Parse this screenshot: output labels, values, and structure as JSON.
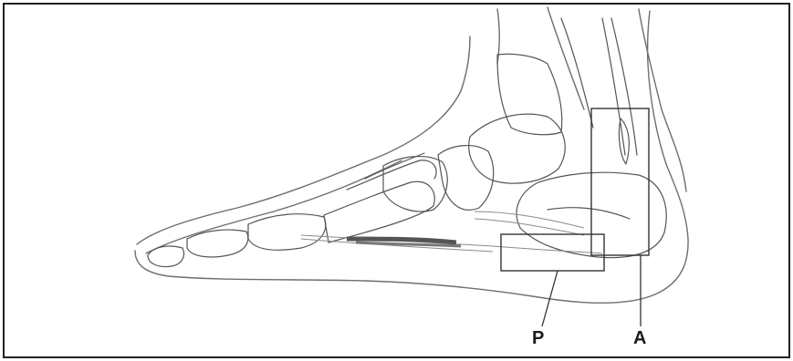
{
  "figure": {
    "type": "anatomical line drawing, lateral view of foot",
    "labels": [
      {
        "id": "P",
        "text": "P"
      },
      {
        "id": "A",
        "text": "A"
      }
    ],
    "colors": {
      "line": "#6e6e6e",
      "bone_line": "#555555",
      "frame": "#222222",
      "box": "#333333",
      "background": "#ffffff",
      "shading": "#8a8a8a"
    }
  }
}
